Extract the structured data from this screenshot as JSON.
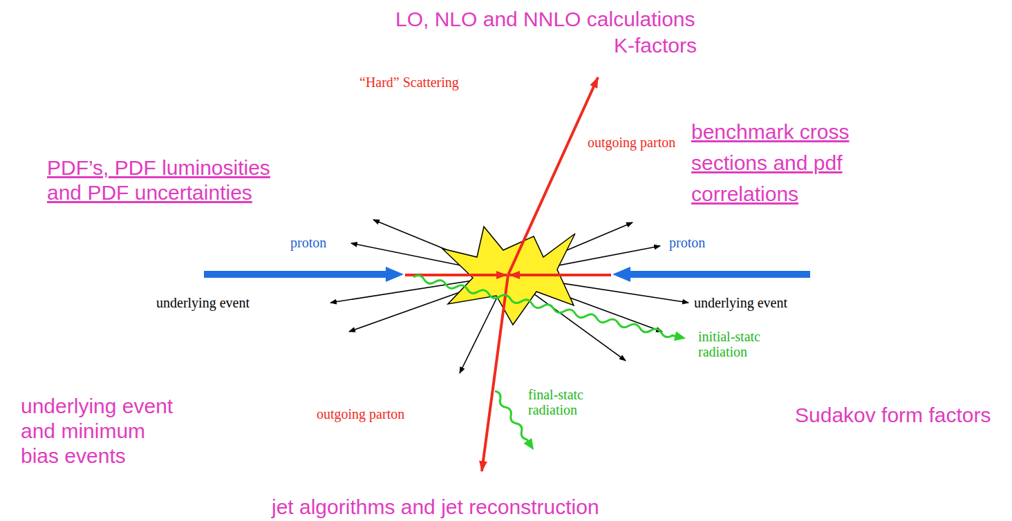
{
  "diagram": {
    "labels": [
      "LO, NLO and NNLO calculations",
      "K-factors",
      "“Hard” Scattering",
      "PDF’s, PDF luminosities and PDF uncertainties",
      "outgoing parton",
      "benchmark cross sections and pdf correlations",
      "proton",
      "proton",
      "underlying event",
      "underlying event",
      "initial-statc radiation",
      "underlying event and minimum bias events",
      "final-statc radiation",
      "outgoing parton",
      "Sudakov form factors",
      "jet algorithms and jet reconstruction"
    ]
  }
}
